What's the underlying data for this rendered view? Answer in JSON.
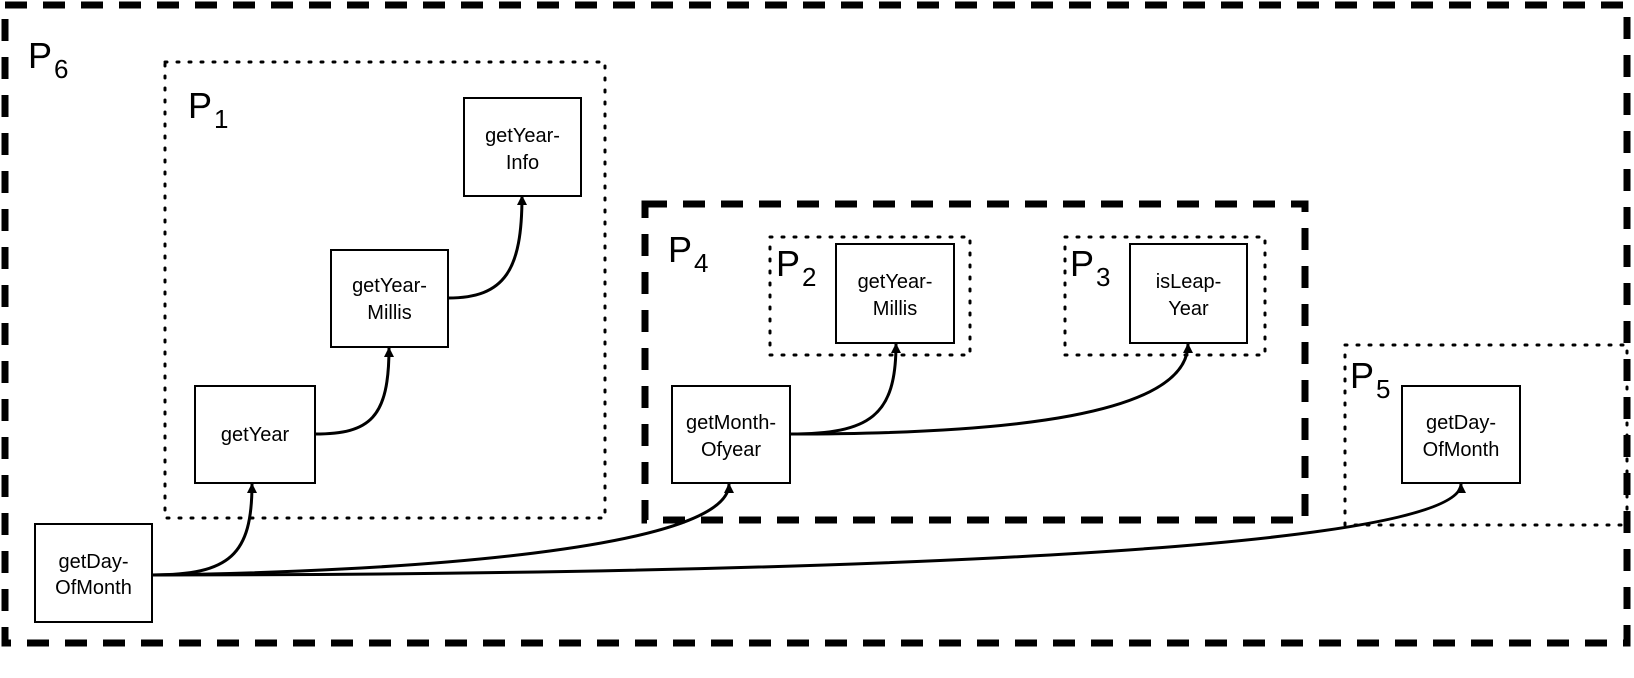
{
  "colors": {
    "stroke": "#000000",
    "background": "#ffffff"
  },
  "regions": {
    "p6": {
      "label": "P",
      "sub": "6"
    },
    "p1": {
      "label": "P",
      "sub": "1"
    },
    "p4": {
      "label": "P",
      "sub": "4"
    },
    "p2": {
      "label": "P",
      "sub": "2"
    },
    "p3": {
      "label": "P",
      "sub": "3"
    },
    "p5": {
      "label": "P",
      "sub": "5"
    }
  },
  "nodes": {
    "get_day_of_month_root": {
      "line1": "getDay-",
      "line2": "OfMonth"
    },
    "get_year": {
      "line1": "getYear"
    },
    "get_year_millis_p1": {
      "line1": "getYear-",
      "line2": "Millis"
    },
    "get_year_info": {
      "line1": "getYear-",
      "line2": "Info"
    },
    "get_month_of_year": {
      "line1": "getMonth-",
      "line2": "Ofyear"
    },
    "get_year_millis_p2": {
      "line1": "getYear-",
      "line2": "Millis"
    },
    "is_leap_year": {
      "line1": "isLeap-",
      "line2": "Year"
    },
    "get_day_of_month_p5": {
      "line1": "getDay-",
      "line2": "OfMonth"
    }
  },
  "edges": [
    {
      "from": "get_day_of_month_root",
      "to": "get_year"
    },
    {
      "from": "get_day_of_month_root",
      "to": "get_month_of_year"
    },
    {
      "from": "get_day_of_month_root",
      "to": "get_day_of_month_p5"
    },
    {
      "from": "get_year",
      "to": "get_year_millis_p1"
    },
    {
      "from": "get_year_millis_p1",
      "to": "get_year_info"
    },
    {
      "from": "get_month_of_year",
      "to": "get_year_millis_p2"
    },
    {
      "from": "get_month_of_year",
      "to": "is_leap_year"
    }
  ]
}
